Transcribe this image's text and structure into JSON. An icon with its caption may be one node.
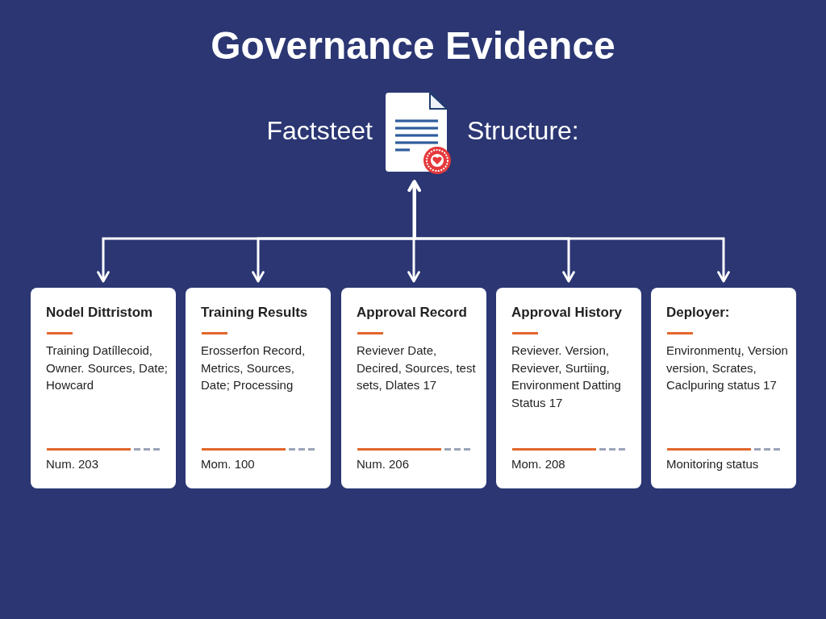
{
  "diagram": {
    "title": "Governance Evidence",
    "nodes": [
      {
        "text": [],
        "shape": "picture",
        "beside": [
          "Factsteet",
          "Structure:"
        ]
      },
      {
        "text": [
          "Nodel Dittristom",
          "Training Datíllecoid, Owner. Sources, Date; Howcard",
          "Num. 203"
        ]
      },
      {
        "text": [
          "Training Results",
          "Erosserfon Record, Metrics, Sources, Date; Processing",
          "Mom. 100"
        ]
      },
      {
        "text": [
          "Approval Record",
          "Reviever Date, Decired, Sources, test sets, Dlates 17",
          "Num. 206"
        ]
      },
      {
        "text": [
          "Approval History",
          "Reviever. Version, Reviever, Surtiing, Environment Datting Status 17",
          "Mom. 208"
        ]
      },
      {
        "text": [
          "Deployer:",
          "Environmentų, Version version, Scrates, Caclpuring status 17",
          "Monitoring status"
        ]
      }
    ],
    "edges": [
      {
        "from": 0,
        "to": 1,
        "arrow": "both"
      },
      {
        "from": 0,
        "to": 2,
        "arrow": "both"
      },
      {
        "from": 0,
        "to": 3,
        "arrow": "both"
      },
      {
        "from": 0,
        "to": 4,
        "arrow": "both"
      },
      {
        "from": 0,
        "to": 5,
        "arrow": "both"
      }
    ]
  }
}
